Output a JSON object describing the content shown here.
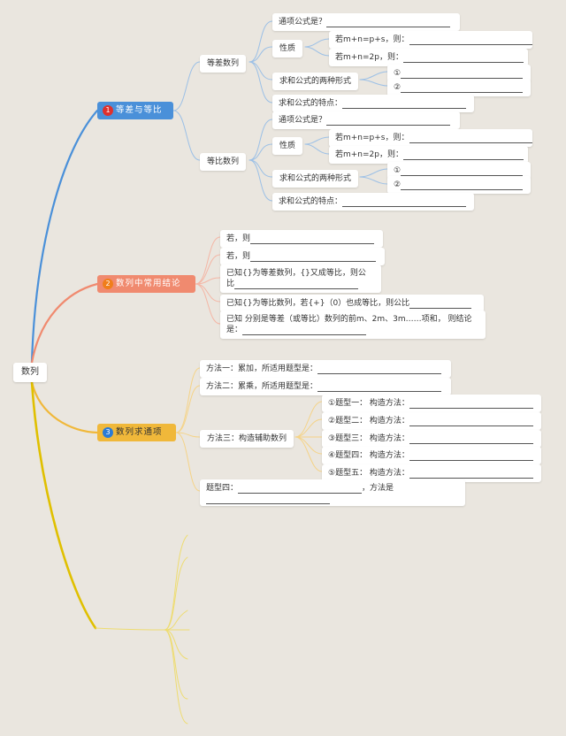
{
  "root": "数列",
  "colors": {
    "blue": "#4a90d9",
    "salmon": "#f08a6f",
    "yellow": "#f0b83a",
    "badge_red": "#e0302c",
    "badge_orange": "#f07e1a",
    "badge_blue": "#2a7bd6"
  },
  "b1": {
    "badge": "1",
    "label": "等差与等比",
    "dc": {
      "label": "等差数列",
      "tx": "通项公式是？",
      "xz": "性质",
      "xz1": "若m+n=p+s，则：",
      "xz2": "若m+n=2p，则：",
      "qh": "求和公式的两种形式",
      "qh1": "①",
      "qh2": "②",
      "td": "求和公式的特点："
    },
    "db": {
      "label": "等比数列",
      "tx": "通项公式是？",
      "xz": "性质",
      "xz1": "若m+n=p+s，则：",
      "xz2": "若m+n=2p，则：",
      "qh": "求和公式的两种形式",
      "qh1": "①",
      "qh2": "②",
      "td": "求和公式的特点："
    }
  },
  "b2": {
    "badge": "2",
    "label": "数列中常用结论",
    "i1": "若，则",
    "i2": "若，则",
    "i3a": "已知{}为等差数列，{}又成等比，则公",
    "i3b": "比",
    "i4": "已知{}为等比数列，若{+}（0）也成等比，则公比",
    "i5a": "已知 分别是等差（或等比）数列的前m、2m、3m……项和， 则结论",
    "i5b": "是："
  },
  "b3": {
    "badge": "3",
    "label": "数列求通项",
    "m1": "方法一：累加，所适用题型是：",
    "m2": "方法二：累乘，所适用题型是：",
    "m3": "方法三：构造辅助数列",
    "t1": "①题型一：  构造方法：",
    "t2": "②题型二：  构造方法：",
    "t3": "③题型三：  构造方法：",
    "t4": "④题型四：  构造方法：",
    "t5": "⑤题型五：  构造方法：",
    "t6a": "题型四：",
    "t6b": "，方法是"
  }
}
